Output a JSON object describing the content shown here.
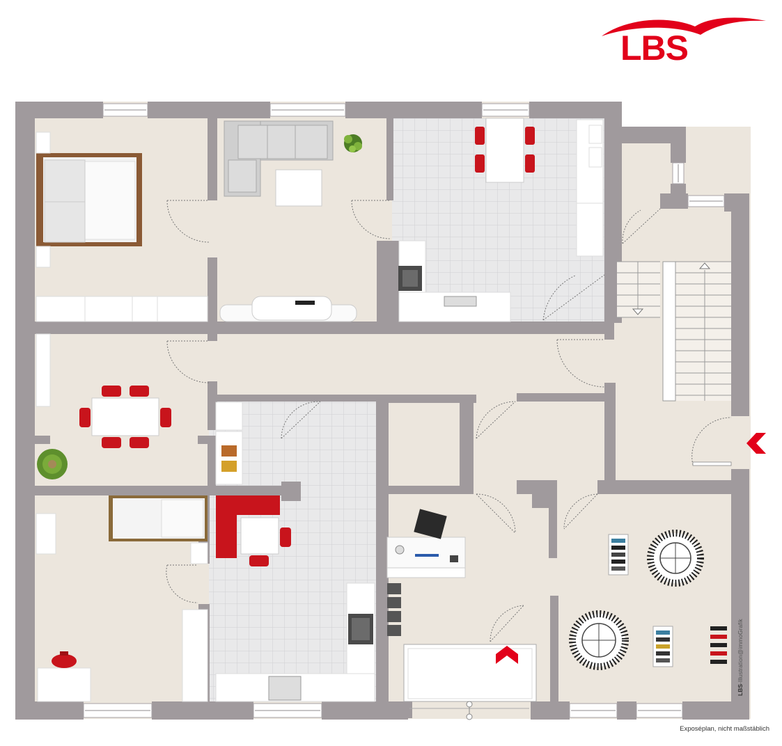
{
  "logo": {
    "text": "LBS"
  },
  "caption": "Exposéplan, nicht maßstäblich",
  "credit": {
    "brand": "LBS",
    "text": "-Illustration@immoGrafik"
  },
  "colors": {
    "brand_red": "#e2001a",
    "wall": "#a09a9d",
    "floor": "#ece6dd",
    "tile": "#e4e4e4",
    "furniture_red": "#c8141c"
  },
  "icons": {
    "entrance": "entrance-arrow-icon",
    "terrace": "terrace-arrow-icon"
  }
}
